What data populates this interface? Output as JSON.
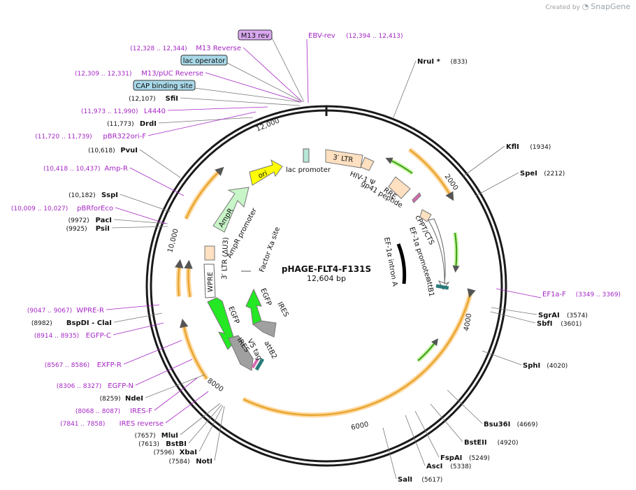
{
  "watermark": {
    "prefix": "Created by",
    "brand": "SnapGene"
  },
  "plasmid": {
    "name": "pHAGE-FLT4-F131S",
    "length_label": "12,604 bp",
    "length_bp": 12604
  },
  "tick_labels": [
    "2000",
    "4000",
    "6000",
    "8000",
    "10,000",
    "12,000"
  ],
  "colors": {
    "primer": "#a526c4",
    "site_text": "#111111",
    "backbone": "#1a1a1a",
    "orange": "#e8a630",
    "yellow": "#ffff00",
    "green": "#23e823",
    "light_green": "#c8f5c8",
    "gray": "#a0a0a0",
    "peach": "#ffe0c0",
    "feature_box_purple": "#d9a8f0",
    "feature_box_blue": "#a8d8e8"
  },
  "sites": [
    {
      "name": "NruI *",
      "pos": "(833)"
    },
    {
      "name": "KflI",
      "pos": "(1934)"
    },
    {
      "name": "SpeI",
      "pos": "(2212)"
    },
    {
      "name": "SgrAI",
      "pos": "(3574)"
    },
    {
      "name": "SbfI",
      "pos": "(3601)"
    },
    {
      "name": "SphI",
      "pos": "(4020)"
    },
    {
      "name": "Bsu36I",
      "pos": "(4669)"
    },
    {
      "name": "BstEII",
      "pos": "(4920)"
    },
    {
      "name": "FspAI",
      "pos": "(5249)"
    },
    {
      "name": "AscI",
      "pos": "(5338)"
    },
    {
      "name": "SalI",
      "pos": "(5617)"
    },
    {
      "name": "NotI",
      "pos": "(7584)"
    },
    {
      "name": "XbaI",
      "pos": "(7596)"
    },
    {
      "name": "BstBI",
      "pos": "(7613)"
    },
    {
      "name": "MluI",
      "pos": "(7657)"
    },
    {
      "name": "NdeI",
      "pos": "(8259)"
    },
    {
      "name": "BspDI - ClaI",
      "pos": "(8982)"
    },
    {
      "name": "PsiI",
      "pos": "(9925)"
    },
    {
      "name": "PacI",
      "pos": "(9972)"
    },
    {
      "name": "SspI",
      "pos": "(10,182)"
    },
    {
      "name": "PvuI",
      "pos": "(10,618)"
    },
    {
      "name": "DrdI",
      "pos": "(11,773)"
    },
    {
      "name": "SfiI",
      "pos": "(12,107)"
    }
  ],
  "primers": [
    {
      "name": "EBV-rev",
      "range": "(12,394 .. 12,413)"
    },
    {
      "name": "M13 Reverse",
      "range": "(12,328 .. 12,344)"
    },
    {
      "name": "M13/pUC Reverse",
      "range": "(12,309 .. 12,331)"
    },
    {
      "name": "L4440",
      "range": "(11,973 .. 11,990)"
    },
    {
      "name": "pBR322ori-F",
      "range": "(11,720 .. 11,739)"
    },
    {
      "name": "Amp-R",
      "range": "(10,418 .. 10,437)"
    },
    {
      "name": "pBRforEco",
      "range": "(10,009 .. 10,027)"
    },
    {
      "name": "WPRE-R",
      "range": "(9047 .. 9067)"
    },
    {
      "name": "EGFP-C",
      "range": "(8914 .. 8935)"
    },
    {
      "name": "EXFP-R",
      "range": "(8567 .. 8586)"
    },
    {
      "name": "EGFP-N",
      "range": "(8306 .. 8327)"
    },
    {
      "name": "IRES-F",
      "range": "(8068 .. 8087)"
    },
    {
      "name": "IRES reverse",
      "range": "(7841 .. 7858)"
    },
    {
      "name": "EF1a-F",
      "range": "(3349 .. 3369)"
    }
  ],
  "boxed_features": [
    "M13 rev",
    "lac operator",
    "CAP binding site"
  ],
  "feature_labels": {
    "lac_promoter": "lac promoter",
    "ltr3": "3′ LTR",
    "hiv_psi": "HIV-1 Ψ",
    "rre": "RRE",
    "gp41": "gp41 peptide",
    "cppt": "cPPT/CTS",
    "ef1a_promoter": "EF-1α promoter",
    "ef1a_intron": "EF-1α intron A",
    "attb1": "attB1",
    "ori": "ori",
    "ampr": "AmpR",
    "ampr_promoter": "AmpR promoter",
    "ltr_du3": "3′ LTR (ΔU3)",
    "factor_xa": "Factor Xa site",
    "wpre": "WPRE",
    "egfp_outer": "EGFP",
    "egfp_inner": "EGFP",
    "ires_outer": "IRES",
    "ires_inner": "IRES",
    "v5_tag": "V5 tag",
    "attb2": "attB2"
  }
}
